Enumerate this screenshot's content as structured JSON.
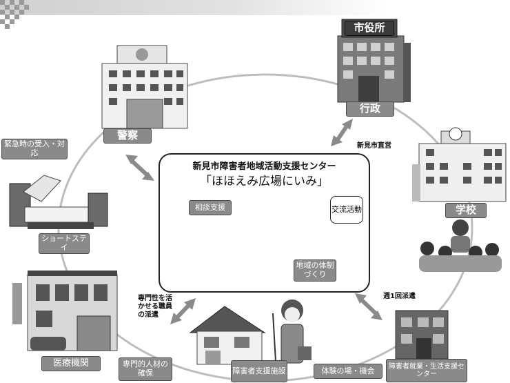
{
  "center": {
    "title": "新見市障害者地域活動支援センター",
    "name": "「ほほえみ広場にいみ」",
    "consult": "相談支援",
    "exchange": "交流活動",
    "community": "地域の体制づくり"
  },
  "nodes": {
    "city_sign": "市役所",
    "admin": "行政",
    "police": "警察",
    "school": "学校",
    "emergency": "緊急時の受入・対応",
    "short_stay": "ショートステイ",
    "medical": "医療機関",
    "staffing": "専門的人材の確保",
    "disability_facility": "障害者支援施設",
    "experience": "体験の場・機会",
    "employment": "障害者就業・生活支援センター"
  },
  "notes": {
    "city_direct": "新見市直営",
    "weekly": "週1回派遣",
    "dispatch": "専門性を活かせる職員の派遣"
  }
}
